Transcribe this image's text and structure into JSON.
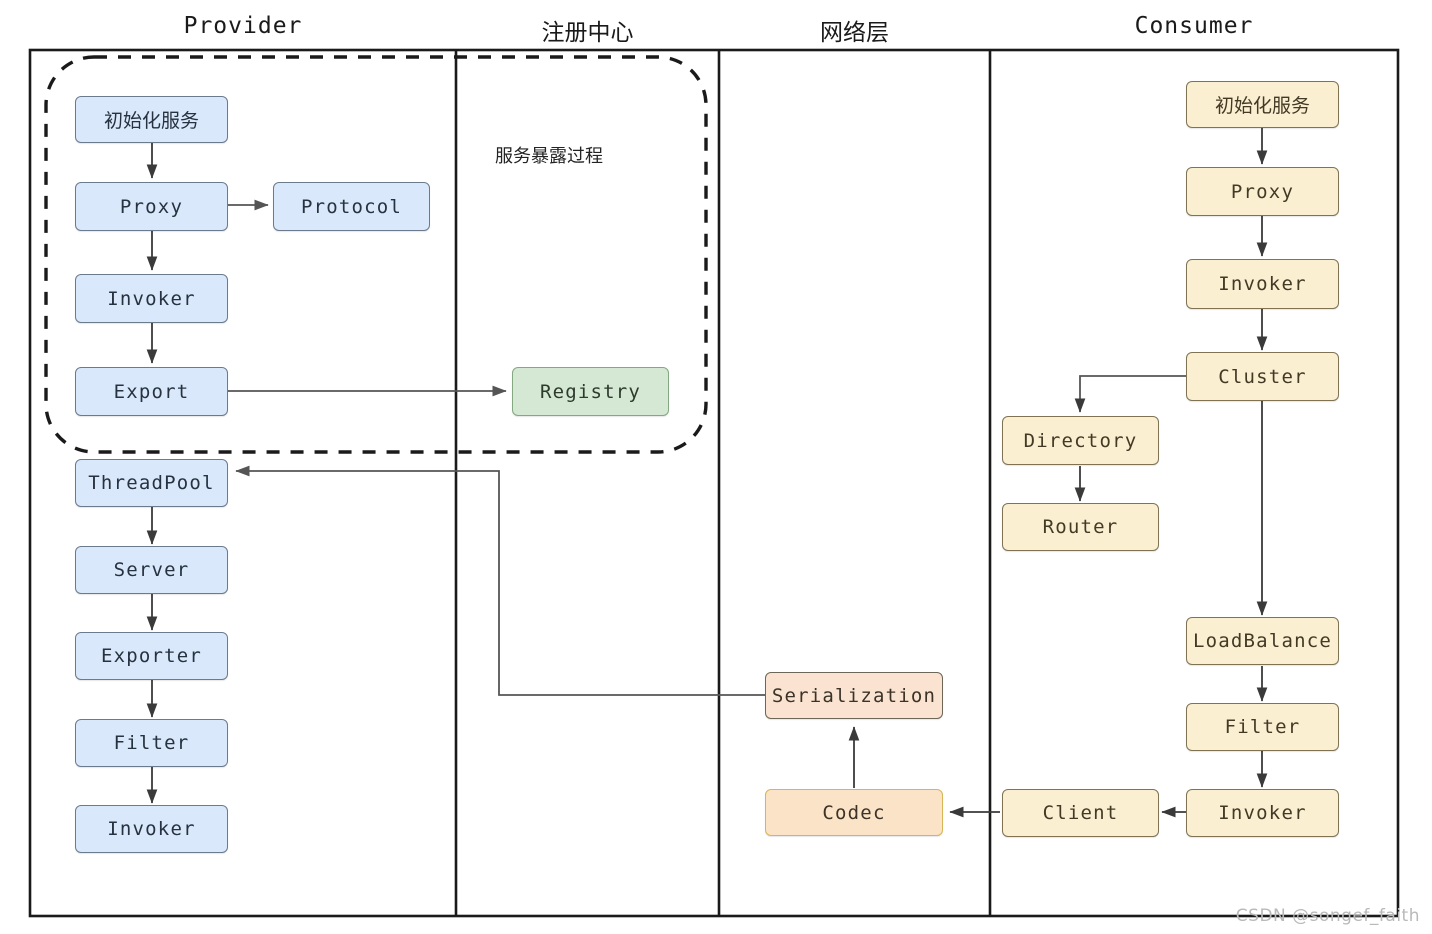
{
  "diagram": {
    "title_watermark": "CSDN @songef_faith",
    "lanes": [
      {
        "id": "provider",
        "label": "Provider",
        "cjk": false
      },
      {
        "id": "registry",
        "label": "注册中心",
        "cjk": true
      },
      {
        "id": "network",
        "label": "网络层",
        "cjk": true
      },
      {
        "id": "consumer",
        "label": "Consumer",
        "cjk": false
      }
    ],
    "annotations": [
      {
        "id": "expose-note",
        "label": "服务暴露过程"
      }
    ],
    "nodes": [
      {
        "id": "p-init",
        "label": "初始化服务",
        "lane": "provider",
        "color": "blue",
        "cjk": true
      },
      {
        "id": "p-proxy",
        "label": "Proxy",
        "lane": "provider",
        "color": "blue",
        "cjk": false
      },
      {
        "id": "p-protocol",
        "label": "Protocol",
        "lane": "provider",
        "color": "blue",
        "cjk": false
      },
      {
        "id": "p-invoker",
        "label": "Invoker",
        "lane": "provider",
        "color": "blue",
        "cjk": false
      },
      {
        "id": "p-export",
        "label": "Export",
        "lane": "provider",
        "color": "blue",
        "cjk": false
      },
      {
        "id": "p-threadpool",
        "label": "ThreadPool",
        "lane": "provider",
        "color": "blue",
        "cjk": false
      },
      {
        "id": "p-server",
        "label": "Server",
        "lane": "provider",
        "color": "blue",
        "cjk": false
      },
      {
        "id": "p-exporter",
        "label": "Exporter",
        "lane": "provider",
        "color": "blue",
        "cjk": false
      },
      {
        "id": "p-filter",
        "label": "Filter",
        "lane": "provider",
        "color": "blue",
        "cjk": false
      },
      {
        "id": "p-invoker2",
        "label": "Invoker",
        "lane": "provider",
        "color": "blue",
        "cjk": false
      },
      {
        "id": "r-registry",
        "label": "Registry",
        "lane": "registry",
        "color": "green",
        "cjk": false
      },
      {
        "id": "n-serialization",
        "label": "Serialization",
        "lane": "network",
        "color": "peach",
        "cjk": false
      },
      {
        "id": "n-codec",
        "label": "Codec",
        "lane": "network",
        "color": "peach2",
        "cjk": false
      },
      {
        "id": "c-init",
        "label": "初始化服务",
        "lane": "consumer",
        "color": "yellow",
        "cjk": true
      },
      {
        "id": "c-proxy",
        "label": "Proxy",
        "lane": "consumer",
        "color": "yellow",
        "cjk": false
      },
      {
        "id": "c-invoker",
        "label": "Invoker",
        "lane": "consumer",
        "color": "yellow",
        "cjk": false
      },
      {
        "id": "c-cluster",
        "label": "Cluster",
        "lane": "consumer",
        "color": "yellow",
        "cjk": false
      },
      {
        "id": "c-directory",
        "label": "Directory",
        "lane": "consumer",
        "color": "yellow",
        "cjk": false
      },
      {
        "id": "c-router",
        "label": "Router",
        "lane": "consumer",
        "color": "yellow",
        "cjk": false
      },
      {
        "id": "c-loadbalance",
        "label": "LoadBalance",
        "lane": "consumer",
        "color": "yellow",
        "cjk": false
      },
      {
        "id": "c-filter",
        "label": "Filter",
        "lane": "consumer",
        "color": "yellow",
        "cjk": false
      },
      {
        "id": "c-invoker2",
        "label": "Invoker",
        "lane": "consumer",
        "color": "yellow",
        "cjk": false
      },
      {
        "id": "c-client",
        "label": "Client",
        "lane": "consumer",
        "color": "yellow",
        "cjk": false
      }
    ],
    "edges": [
      {
        "from": "p-init",
        "to": "p-proxy"
      },
      {
        "from": "p-proxy",
        "to": "p-protocol"
      },
      {
        "from": "p-proxy",
        "to": "p-invoker"
      },
      {
        "from": "p-invoker",
        "to": "p-export"
      },
      {
        "from": "p-export",
        "to": "r-registry"
      },
      {
        "from": "p-threadpool",
        "to": "p-server"
      },
      {
        "from": "p-server",
        "to": "p-exporter"
      },
      {
        "from": "p-exporter",
        "to": "p-filter"
      },
      {
        "from": "p-filter",
        "to": "p-invoker2"
      },
      {
        "from": "n-serialization",
        "to": "p-threadpool"
      },
      {
        "from": "n-codec",
        "to": "n-serialization"
      },
      {
        "from": "c-client",
        "to": "n-codec"
      },
      {
        "from": "c-init",
        "to": "c-proxy"
      },
      {
        "from": "c-proxy",
        "to": "c-invoker"
      },
      {
        "from": "c-invoker",
        "to": "c-cluster"
      },
      {
        "from": "c-cluster",
        "to": "c-directory"
      },
      {
        "from": "c-directory",
        "to": "c-router"
      },
      {
        "from": "c-cluster",
        "to": "c-loadbalance"
      },
      {
        "from": "c-loadbalance",
        "to": "c-filter"
      },
      {
        "from": "c-filter",
        "to": "c-invoker2"
      },
      {
        "from": "c-invoker2",
        "to": "c-client"
      }
    ],
    "colors": {
      "provider_fill": "#dae8fc",
      "provider_stroke": "#6b7b8c",
      "registry_fill": "#d5e8d4",
      "registry_stroke": "#84a881",
      "consumer_fill": "#fbefd2",
      "consumer_stroke": "#7f7354",
      "serialization_fill": "#fae3d0",
      "codec_fill": "#fbe3c8",
      "codec_stroke": "#d6b656",
      "frame_stroke": "#1a1a1a",
      "edge_stroke": "#4d4d4d"
    }
  }
}
